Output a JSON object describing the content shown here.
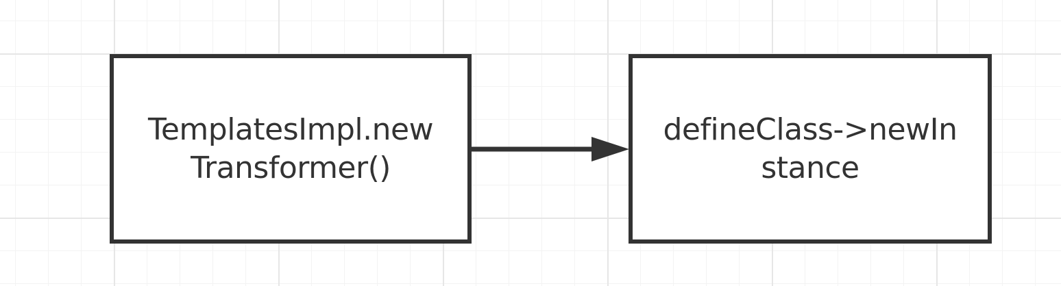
{
  "diagram": {
    "nodes": [
      {
        "id": "templates-impl",
        "label": "TemplatesImpl.newTransformer()"
      },
      {
        "id": "define-class",
        "label": "defineClass->newInstance"
      }
    ],
    "edges": [
      {
        "from": "templates-impl",
        "to": "define-class"
      }
    ],
    "colors": {
      "stroke": "#333333",
      "background": "#ffffff",
      "grid": "#e6e6e6"
    }
  }
}
